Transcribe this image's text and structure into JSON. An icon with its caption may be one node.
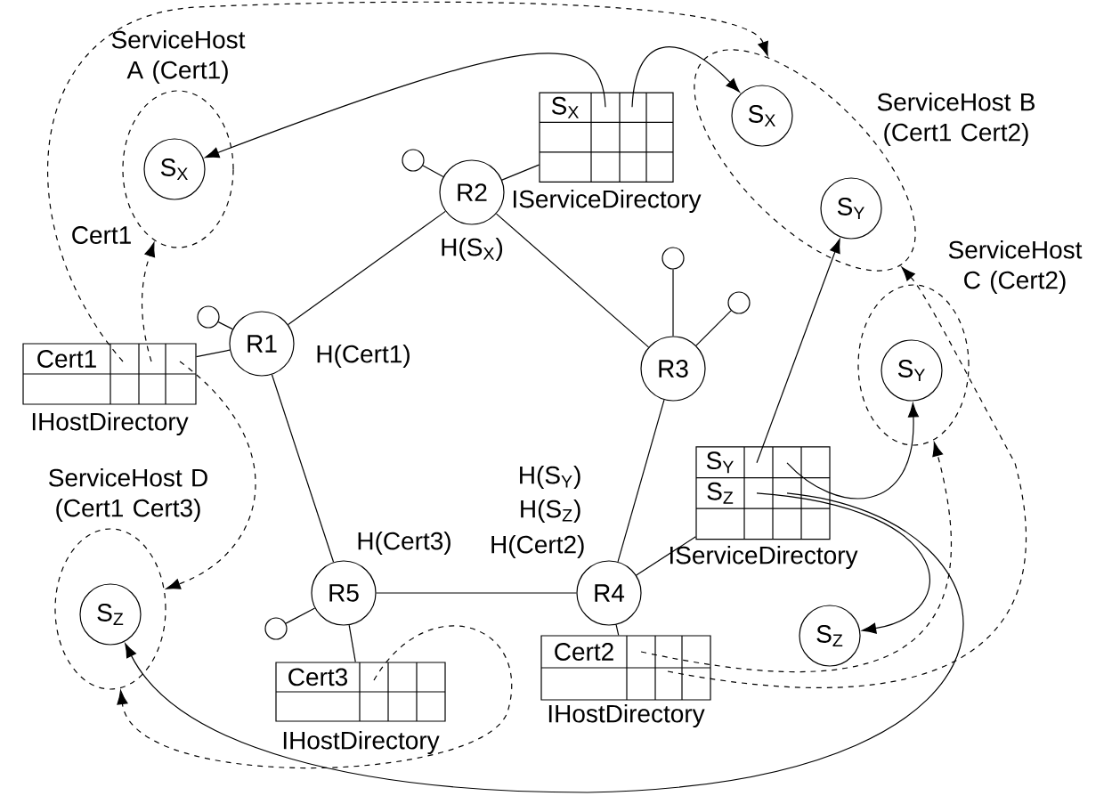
{
  "diagram": {
    "nodes": [
      {
        "text": [
          "ServiceHost A (Cert1)"
        ]
      },
      {
        "text": [
          "S$_{X}$"
        ],
        "in": 0
      },
      {
        "text": [
          "S$_{X}$",
          "IServiceDirectory"
        ]
      },
      {
        "text": [
          "R2"
        ],
        "beside": [
          "H(S$_{X}$)"
        ]
      },
      {
        "text": [],
        "shape": "circle"
      },
      {
        "text": [
          "ServiceHost B (Cert1 Cert2)"
        ]
      },
      {
        "text": [
          "S$_{X}$"
        ],
        "in": 5
      },
      {
        "text": [
          "S$_{Y}$"
        ],
        "in": 5
      },
      {
        "text": [
          "R1"
        ],
        "beside": [
          "H(Cert1)"
        ]
      },
      {
        "text": [],
        "shape": "circle"
      },
      {
        "text": [
          "Cert1",
          "IHostDirectory"
        ]
      },
      {
        "text": [
          "R3"
        ]
      },
      {
        "text": [],
        "shape": "circle"
      },
      {
        "text": [],
        "shape": "circle"
      },
      {
        "text": [
          "ServiceHost C (Cert2)"
        ]
      },
      {
        "text": [
          "S$_{Y}$"
        ],
        "in": 14
      },
      {
        "text": [
          "ServiceHost D (Cert1 Cert3)"
        ]
      },
      {
        "text": [
          "S$_{Z}$"
        ],
        "in": 16
      },
      {
        "text": [
          "S$_{Y}$",
          "S$_{Z}$",
          "IServiceDirectory"
        ]
      },
      {
        "text": [
          "R5"
        ],
        "beside": [
          "H(Cert3)"
        ]
      },
      {
        "text": [],
        "shape": "circle"
      },
      {
        "text": [
          "R4"
        ],
        "beside": [
          "H(S$_{Y}$)",
          "H(S$_{Z}$)",
          "H(Cert2)"
        ]
      },
      {
        "text": [
          "S$_{Z}$"
        ]
      },
      {
        "text": [
          "Cert3",
          "IHostDirectory"
        ]
      },
      {
        "text": [
          "Cert2",
          "IHostDirectory"
        ]
      }
    ],
    "edges": [
      {
        "from": 8,
        "to": 3,
        "arrow": "none"
      },
      {
        "from": 3,
        "to": 11,
        "arrow": "none"
      },
      {
        "from": 11,
        "to": 21,
        "arrow": "none"
      },
      {
        "from": 21,
        "to": 19,
        "arrow": "none"
      },
      {
        "from": 19,
        "to": 8,
        "arrow": "none"
      },
      {
        "from": 3,
        "to": 4,
        "arrow": "none"
      },
      {
        "from": 8,
        "to": 9,
        "arrow": "none"
      },
      {
        "from": 11,
        "to": 12,
        "arrow": "none"
      },
      {
        "from": 11,
        "to": 13,
        "arrow": "none"
      },
      {
        "from": 19,
        "to": 20,
        "arrow": "none"
      },
      {
        "from": 3,
        "to": 2,
        "arrow": "none"
      },
      {
        "from": 8,
        "to": 10,
        "arrow": "none"
      },
      {
        "from": 21,
        "to": 18,
        "arrow": "none"
      },
      {
        "from": 21,
        "to": 24,
        "arrow": "none"
      },
      {
        "from": 19,
        "to": 23,
        "arrow": "none"
      },
      {
        "from": 2,
        "to": 1,
        "arrow": "to"
      },
      {
        "from": 2,
        "to": 6,
        "arrow": "to"
      },
      {
        "from": 18,
        "to": 7,
        "arrow": "to"
      },
      {
        "from": 18,
        "to": 15,
        "arrow": "to"
      },
      {
        "from": 18,
        "to": 22,
        "arrow": "to"
      },
      {
        "from": 18,
        "to": 17,
        "arrow": "to"
      },
      {
        "from": 10,
        "to": 0,
        "arrow": "to",
        "style": "dashed",
        "label": "Cert1"
      },
      {
        "from": 10,
        "to": 5,
        "arrow": "to",
        "style": "dashed"
      },
      {
        "from": 10,
        "to": 16,
        "arrow": "to",
        "style": "dashed"
      },
      {
        "from": 23,
        "to": 16,
        "arrow": "to",
        "style": "dashed"
      },
      {
        "from": 24,
        "to": 14,
        "arrow": "to",
        "style": "dashed"
      },
      {
        "from": 24,
        "to": 5,
        "arrow": "to",
        "style": "dashed"
      }
    ]
  }
}
